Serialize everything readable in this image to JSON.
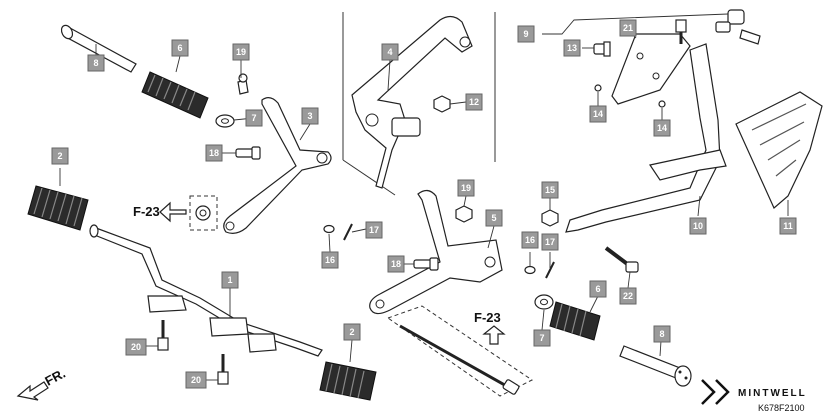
{
  "diagram": {
    "callouts": [
      {
        "id": "c-8-top",
        "label": "8"
      },
      {
        "id": "c-6-top",
        "label": "6"
      },
      {
        "id": "c-19-top",
        "label": "19"
      },
      {
        "id": "c-7-top",
        "label": "7"
      },
      {
        "id": "c-18-top",
        "label": "18"
      },
      {
        "id": "c-3",
        "label": "3"
      },
      {
        "id": "c-4",
        "label": "4"
      },
      {
        "id": "c-12",
        "label": "12"
      },
      {
        "id": "c-9",
        "label": "9"
      },
      {
        "id": "c-21",
        "label": "21"
      },
      {
        "id": "c-13",
        "label": "13"
      },
      {
        "id": "c-14a",
        "label": "14"
      },
      {
        "id": "c-14b",
        "label": "14"
      },
      {
        "id": "c-2-top",
        "label": "2"
      },
      {
        "id": "c-17a",
        "label": "17"
      },
      {
        "id": "c-16a",
        "label": "16"
      },
      {
        "id": "c-19b",
        "label": "19"
      },
      {
        "id": "c-5",
        "label": "5"
      },
      {
        "id": "c-15",
        "label": "15"
      },
      {
        "id": "c-10",
        "label": "10"
      },
      {
        "id": "c-11",
        "label": "11"
      },
      {
        "id": "c-18b",
        "label": "18"
      },
      {
        "id": "c-16b",
        "label": "16"
      },
      {
        "id": "c-17b",
        "label": "17"
      },
      {
        "id": "c-22",
        "label": "22"
      },
      {
        "id": "c-6b",
        "label": "6"
      },
      {
        "id": "c-7b",
        "label": "7"
      },
      {
        "id": "c-8b",
        "label": "8"
      },
      {
        "id": "c-1",
        "label": "1"
      },
      {
        "id": "c-2b",
        "label": "2"
      },
      {
        "id": "c-20a",
        "label": "20"
      },
      {
        "id": "c-20b",
        "label": "20"
      }
    ],
    "references": {
      "f23_left": "F-23",
      "f23_right": "F-23",
      "front": "FR."
    },
    "brand": "MINTWELL",
    "diagram_code": "K678F2100"
  }
}
